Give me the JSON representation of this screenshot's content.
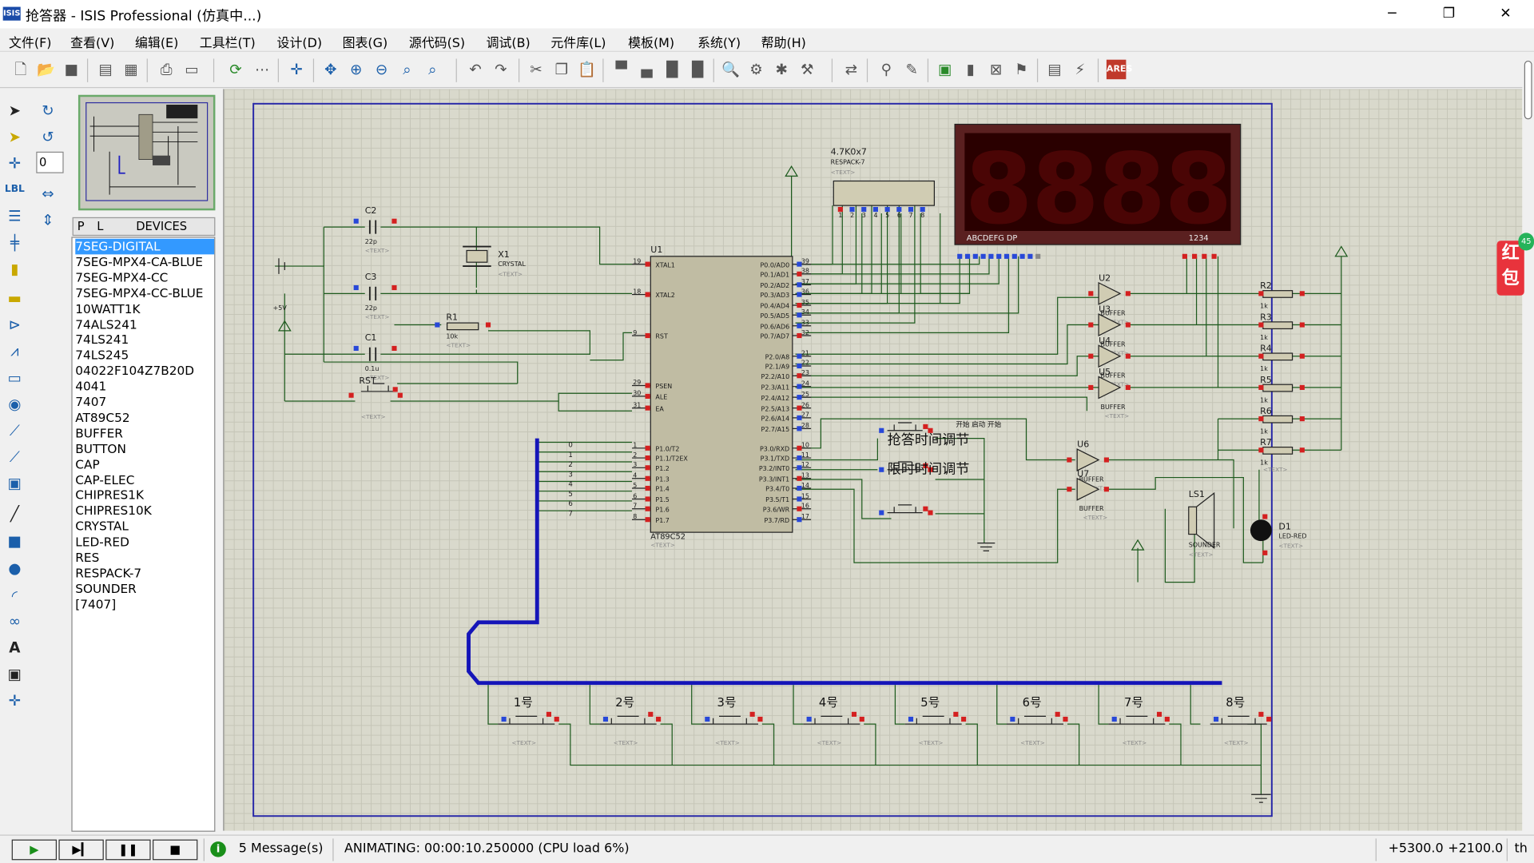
{
  "window": {
    "title": "抢答器 - ISIS Professional (仿真中...)",
    "icon_text": "ISIS",
    "minimize": "─",
    "maximize": "❐",
    "close": "✕"
  },
  "menus": [
    "文件(F)",
    "查看(V)",
    "编辑(E)",
    "工具栏(T)",
    "设计(D)",
    "图表(G)",
    "源代码(S)",
    "调试(B)",
    "元件库(L)",
    "模板(M)",
    "系统(Y)",
    "帮助(H)"
  ],
  "left_tools": {
    "rotation_value": "0"
  },
  "devices": {
    "tab_p": "P",
    "tab_l": "L",
    "header": "DEVICES",
    "items": [
      "7SEG-DIGITAL",
      "7SEG-MPX4-CA-BLUE",
      "7SEG-MPX4-CC",
      "7SEG-MPX4-CC-BLUE",
      "10WATT1K",
      "74ALS241",
      "74LS241",
      "74LS245",
      "04022F104Z7B20D",
      "4041",
      "7407",
      "AT89C52",
      "BUFFER",
      "BUTTON",
      "CAP",
      "CAP-ELEC",
      "CHIPRES1K",
      "CHIPRES10K",
      "CRYSTAL",
      "LED-RED",
      "RES",
      "RESPACK-7",
      "SOUNDER",
      "[7407]"
    ],
    "selected": "7SEG-DIGITAL"
  },
  "schematic": {
    "mcu": {
      "ref": "U1",
      "part": "AT89C52",
      "text": "<TEXT>",
      "left_pins": [
        {
          "num": "19",
          "name": "XTAL1"
        },
        {
          "num": "18",
          "name": "XTAL2"
        },
        {
          "num": "9",
          "name": "RST"
        },
        {
          "num": "29",
          "name": "PSEN"
        },
        {
          "num": "30",
          "name": "ALE"
        },
        {
          "num": "31",
          "name": "EA"
        },
        {
          "num": "1",
          "name": "P1.0/T2"
        },
        {
          "num": "2",
          "name": "P1.1/T2EX"
        },
        {
          "num": "3",
          "name": "P1.2"
        },
        {
          "num": "4",
          "name": "P1.3"
        },
        {
          "num": "5",
          "name": "P1.4"
        },
        {
          "num": "6",
          "name": "P1.5"
        },
        {
          "num": "7",
          "name": "P1.6"
        },
        {
          "num": "8",
          "name": "P1.7"
        }
      ],
      "right_pins": [
        {
          "num": "39",
          "name": "P0.0/AD0"
        },
        {
          "num": "38",
          "name": "P0.1/AD1"
        },
        {
          "num": "37",
          "name": "P0.2/AD2"
        },
        {
          "num": "36",
          "name": "P0.3/AD3"
        },
        {
          "num": "35",
          "name": "P0.4/AD4"
        },
        {
          "num": "34",
          "name": "P0.5/AD5"
        },
        {
          "num": "33",
          "name": "P0.6/AD6"
        },
        {
          "num": "32",
          "name": "P0.7/AD7"
        },
        {
          "num": "21",
          "name": "P2.0/A8"
        },
        {
          "num": "22",
          "name": "P2.1/A9"
        },
        {
          "num": "23",
          "name": "P2.2/A10"
        },
        {
          "num": "24",
          "name": "P2.3/A11"
        },
        {
          "num": "25",
          "name": "P2.4/A12"
        },
        {
          "num": "26",
          "name": "P2.5/A13"
        },
        {
          "num": "27",
          "name": "P2.6/A14"
        },
        {
          "num": "28",
          "name": "P2.7/A15"
        },
        {
          "num": "10",
          "name": "P3.0/RXD"
        },
        {
          "num": "11",
          "name": "P3.1/TXD"
        },
        {
          "num": "12",
          "name": "P3.2/INT0"
        },
        {
          "num": "13",
          "name": "P3.3/INT1"
        },
        {
          "num": "14",
          "name": "P3.4/T0"
        },
        {
          "num": "15",
          "name": "P3.5/T1"
        },
        {
          "num": "16",
          "name": "P3.6/WR"
        },
        {
          "num": "17",
          "name": "P3.7/RD"
        }
      ]
    },
    "c2": {
      "ref": "C2",
      "val": "22p"
    },
    "c3": {
      "ref": "C3",
      "val": "22p"
    },
    "c1": {
      "ref": "C1",
      "val": "0.1u"
    },
    "x1": {
      "ref": "X1",
      "val": "CRYSTAL"
    },
    "r1": {
      "ref": "R1",
      "val": "10k"
    },
    "rst": {
      "ref": "RST"
    },
    "vcc": "+5V",
    "text_tag": "<TEXT>",
    "respack": {
      "ref": "4.7K0x7",
      "part": "RESPACK-7",
      "pins": [
        "1",
        "2",
        "3",
        "4",
        "5",
        "6",
        "7",
        "8"
      ]
    },
    "display": {
      "digits": "8888",
      "seg_label": "ABCDEFG DP",
      "com_label": "1234"
    },
    "buffers": [
      "U2",
      "U3",
      "U4",
      "U5",
      "U6",
      "U7"
    ],
    "buffer_part": "BUFFER",
    "resistors": [
      "R2",
      "R3",
      "R4",
      "R5",
      "R6",
      "R7"
    ],
    "res_val": "1k",
    "time_btn1": "抢答时间调节",
    "time_btn2": "限时时间调节",
    "small_labels": "开始 启动 开始",
    "ls1": {
      "ref": "LS1",
      "part": "SOUNDER"
    },
    "d1": {
      "ref": "D1",
      "part": "LED-RED"
    },
    "bus_labels": [
      "0",
      "1",
      "2",
      "3",
      "4",
      "5",
      "6",
      "7"
    ],
    "players": [
      "1号",
      "2号",
      "3号",
      "4号",
      "5号",
      "6号",
      "7号",
      "8号"
    ]
  },
  "side_widget": {
    "text": "红包",
    "badge": "45"
  },
  "status": {
    "messages": "5 Message(s)",
    "animating": "ANIMATING: 00:00:10.250000 (CPU load 6%)",
    "coord_x": "+5300.0",
    "coord_y": "+2100.0",
    "units": "th"
  }
}
